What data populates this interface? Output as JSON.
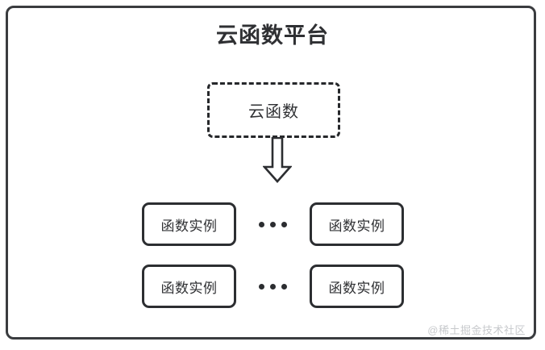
{
  "diagram": {
    "title": "云函数平台",
    "cloud_function": {
      "label": "云函数",
      "border_style": "dashed"
    },
    "arrow": {
      "name": "downward-block-arrow",
      "direction": "down"
    },
    "instance_rows": [
      {
        "left": {
          "label": "函数实例"
        },
        "separator": "•••",
        "right": {
          "label": "函数实例"
        }
      },
      {
        "left": {
          "label": "函数实例"
        },
        "separator": "•••",
        "right": {
          "label": "函数实例"
        }
      }
    ],
    "watermark": "@稀土掘金技术社区",
    "colors": {
      "background": "#ffffff",
      "stroke": "#2c2e31",
      "title_text": "#2f3033",
      "watermark_text": "#c7c9cc"
    }
  }
}
